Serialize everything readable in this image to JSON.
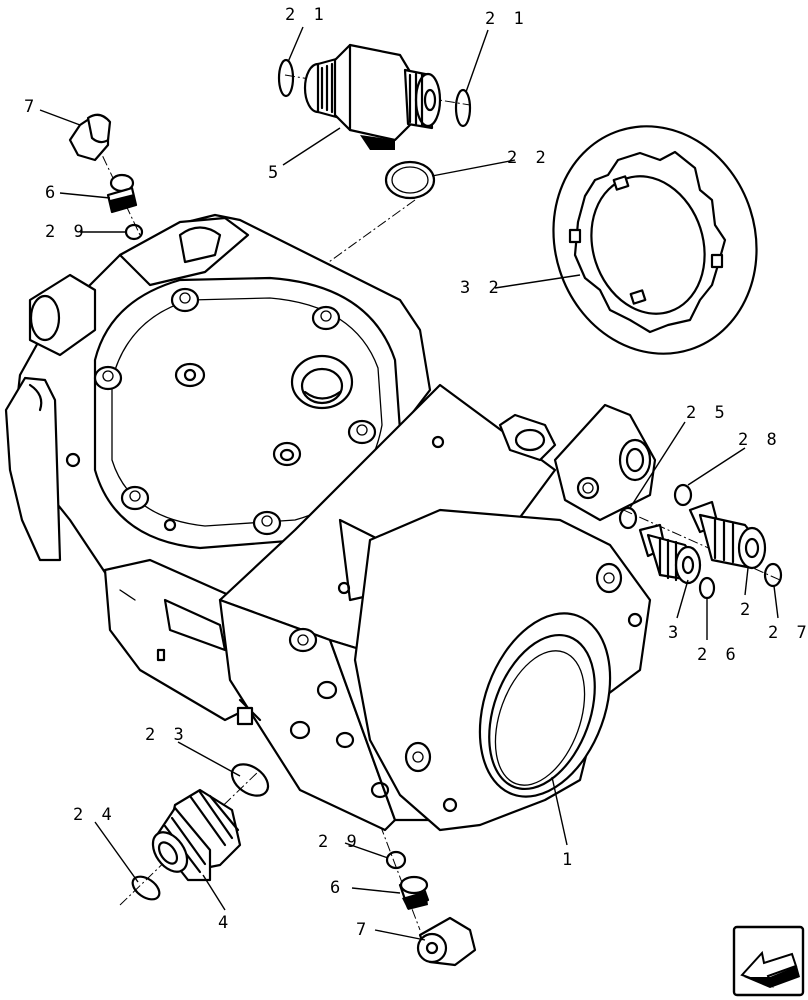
{
  "callouts": [
    {
      "id": "c21a",
      "text": "2 1"
    },
    {
      "id": "c21b",
      "text": "2 1"
    },
    {
      "id": "c5",
      "text": "5"
    },
    {
      "id": "c22",
      "text": "2 2"
    },
    {
      "id": "c7a",
      "text": "7"
    },
    {
      "id": "c6a",
      "text": "6"
    },
    {
      "id": "c29a",
      "text": "2 9"
    },
    {
      "id": "c32",
      "text": "3 2"
    },
    {
      "id": "c25",
      "text": "2 5"
    },
    {
      "id": "c28",
      "text": "2 8"
    },
    {
      "id": "c3",
      "text": "3"
    },
    {
      "id": "c2",
      "text": "2"
    },
    {
      "id": "c26",
      "text": "2 6"
    },
    {
      "id": "c27",
      "text": "2 7"
    },
    {
      "id": "c23",
      "text": "2 3"
    },
    {
      "id": "c24",
      "text": "2 4"
    },
    {
      "id": "c4",
      "text": "4"
    },
    {
      "id": "c29b",
      "text": "2 9"
    },
    {
      "id": "c6b",
      "text": "6"
    },
    {
      "id": "c7b",
      "text": "7"
    },
    {
      "id": "c1",
      "text": "1"
    }
  ],
  "icons": {
    "nav": "previous-page-arrow-icon"
  }
}
